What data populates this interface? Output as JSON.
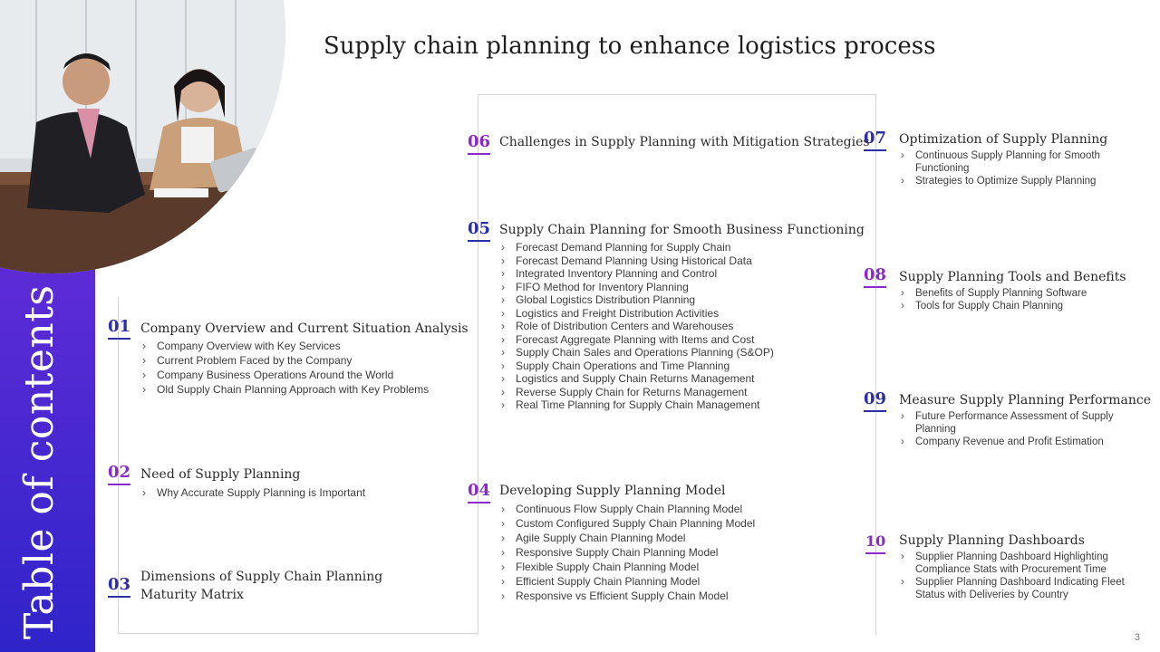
{
  "header": {
    "title": "Supply chain planning to enhance logistics process"
  },
  "sidebar": {
    "vertical_title": "Table of contents",
    "accent_top": "#7b2fd0",
    "accent_bottom": "#2f24c9"
  },
  "photo": {
    "description_icon": "meeting-photo"
  },
  "colors": {
    "number_purple": "#8a2bc9",
    "number_blue": "#2d2fa8"
  },
  "sections": [
    {
      "number": "01",
      "title": "Company Overview and Current Situation Analysis",
      "items": [
        "Company Overview  with Key Services",
        "Current Problem Faced by the Company",
        "Company Business Operations Around the World",
        "Old Supply Chain Planning Approach with Key Problems"
      ]
    },
    {
      "number": "02",
      "title": "Need of Supply Planning",
      "items": [
        "Why Accurate Supply Planning is Important"
      ]
    },
    {
      "number": "03",
      "title_line1": "Dimensions of Supply Chain Planning",
      "title_line2": "Maturity Matrix",
      "items": []
    },
    {
      "number": "04",
      "title": "Developing Supply Planning Model",
      "items": [
        "Continuous Flow Supply Chain Planning Model",
        "Custom Configured  Supply Chain Planning Model",
        "Agile Supply Chain Planning Model",
        "Responsive  Supply Chain Planning Model",
        "Flexible Supply Chain Planning Model",
        "Efficient Supply Chain Planning Model",
        "Responsive vs Efficient Supply Chain Model"
      ]
    },
    {
      "number": "05",
      "title": "Supply Chain Planning for Smooth Business Functioning",
      "items": [
        "Forecast Demand Planning for Supply Chain",
        "Forecast Demand Planning Using Historical Data",
        "Integrated Inventory Planning and Control",
        "FIFO Method for Inventory Planning",
        "Global Logistics Distribution Planning",
        "Logistics and Freight Distribution Activities",
        "Role of Distribution Centers and Warehouses",
        "Forecast Aggregate Planning with Items and Cost",
        "Supply Chain Sales and Operations Planning (S&OP)",
        "Supply Chain Operations and Time Planning",
        "Logistics and Supply Chain Returns Management",
        "Reverse Supply Chain for Returns Management",
        "Real Time Planning for Supply Chain Management"
      ]
    },
    {
      "number": "06",
      "title": "Challenges in Supply Planning with Mitigation Strategies",
      "items": []
    },
    {
      "number": "07",
      "title": "Optimization of Supply Planning",
      "items": [
        "Continuous Supply Planning for Smooth Functioning",
        "Strategies to Optimize Supply Planning"
      ]
    },
    {
      "number": "08",
      "title": "Supply Planning Tools and Benefits",
      "items": [
        "Benefits of Supply Planning Software",
        "Tools for Supply Chain Planning"
      ]
    },
    {
      "number": "09",
      "title": "Measure Supply Planning Performance",
      "items": [
        "Future Performance Assessment of Supply Planning",
        "Company Revenue and Profit Estimation"
      ]
    },
    {
      "number": "10",
      "title": "Supply Planning Dashboards",
      "items": [
        "Supplier Planning Dashboard Highlighting Compliance Stats with Procurement Time",
        "Supplier Planning Dashboard Indicating Fleet Status with Deliveries by Country"
      ]
    }
  ],
  "footer": {
    "page_number": "3"
  }
}
